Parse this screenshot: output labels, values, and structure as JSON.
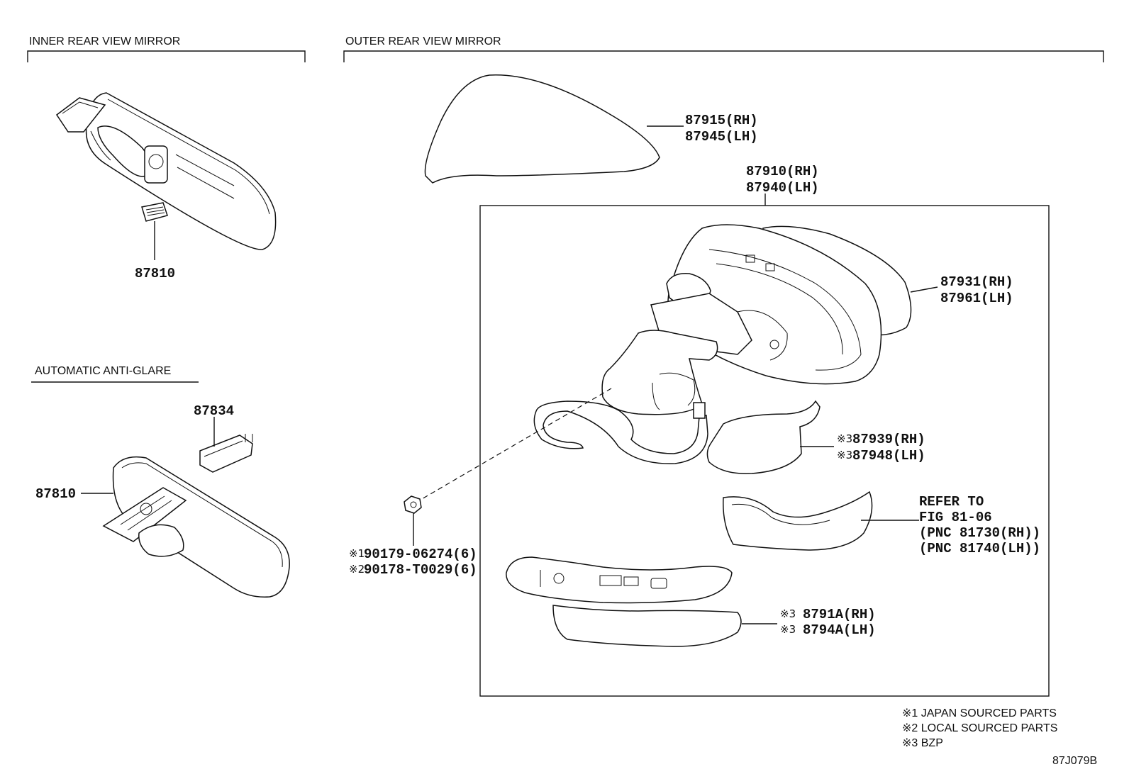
{
  "sections": {
    "inner": "INNER REAR VIEW MIRROR",
    "outer": "OUTER REAR VIEW MIRROR",
    "anti_glare": "AUTOMATIC ANTI-GLARE"
  },
  "parts": {
    "p87810_top": "87810",
    "p87834": "87834",
    "p87810_bottom": "87810",
    "p87915": "87915(RH)",
    "p87945": "87945(LH)",
    "p87910": "87910(RH)",
    "p87940": "87940(LH)",
    "p87931": "87931(RH)",
    "p87961": "87961(LH)",
    "p87939_mark": "※3",
    "p87939": "87939(RH)",
    "p87948_mark": "※3",
    "p87948": "87948(LH)",
    "refer_1": "REFER TO",
    "refer_2": "FIG 81-06",
    "refer_3": "(PNC 81730(RH))",
    "refer_4": "(PNC 81740(LH))",
    "p90179_mark": "※1",
    "p90179": "90179-06274(6)",
    "p90178_mark": "※2",
    "p90178": "90178-T0029(6)",
    "p8791A_mark": "※3",
    "p8791A": "8791A(RH)",
    "p8794A_mark": "※3",
    "p8794A": "8794A(LH)"
  },
  "legend": {
    "l1": "※1 JAPAN SOURCED PARTS",
    "l2": "※2 LOCAL SOURCED PARTS",
    "l3": "※3 BZP"
  },
  "figure_code": "87J079B"
}
